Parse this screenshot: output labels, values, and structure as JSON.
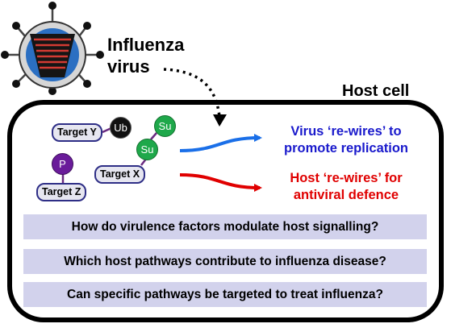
{
  "virus": {
    "label_line1": "Influenza",
    "label_line2": "virus"
  },
  "host": {
    "label": "Host cell"
  },
  "targets": {
    "y": {
      "label": "Target Y",
      "modification": "Ub"
    },
    "x": {
      "label": "Target X",
      "modification_1": "Su",
      "modification_2": "Su"
    },
    "z": {
      "label": "Target Z",
      "modification": "P"
    }
  },
  "outcomes": {
    "virus": {
      "line1": "Virus ‘re-wires’ to",
      "line2": "promote replication"
    },
    "host": {
      "line1": "Host ‘re-wires’ for",
      "line2": "antiviral defence"
    }
  },
  "questions": [
    "How do virulence factors modulate host signalling?",
    "Which host pathways contribute to influenza disease?",
    "Can specific pathways be targeted to treat influenza?"
  ],
  "colors": {
    "virus_arrow": "#1a6fe8",
    "host_arrow": "#e00000",
    "virus_text": "#1a1acc",
    "host_text": "#e00000",
    "question_bg": "#d2d2ec",
    "ub": "#111111",
    "su": "#1ea84a",
    "p": "#6a1b9a"
  }
}
